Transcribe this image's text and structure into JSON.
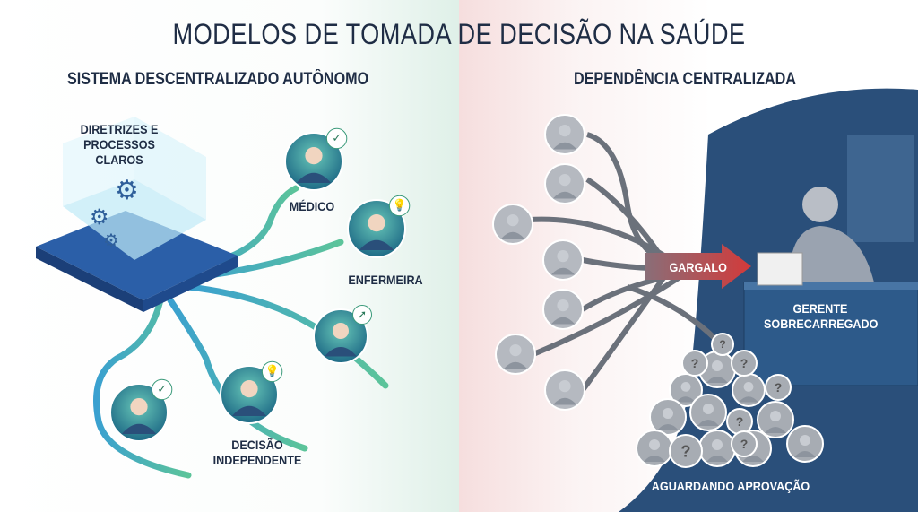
{
  "title": "MODELOS DE TOMADA DE DECISÃO NA SAÚDE",
  "left": {
    "heading": "SISTEMA DESCENTRALIZADO AUTÔNOMO",
    "hub_label_line1": "DIRETRIZES E",
    "hub_label_line2": "PROCESSOS CLAROS",
    "roles": [
      "MÉDICO",
      "ENFERMEIRA"
    ],
    "outcome_line1": "DECISÃO",
    "outcome_line2": "INDEPENDENTE"
  },
  "right": {
    "heading": "DEPENDÊNCIA CENTRALIZADA",
    "bottleneck": "GARGALO",
    "manager_line1": "GERENTE",
    "manager_line2": "SOBRECARREGADO",
    "waiting": "AGUARDANDO APROVAÇÃO"
  },
  "colors": {
    "navy": "#1f2d45",
    "teal": "#3aa6b9",
    "green": "#4fb58a",
    "red": "#c93a3a",
    "darkblue": "#2a4f7a"
  }
}
